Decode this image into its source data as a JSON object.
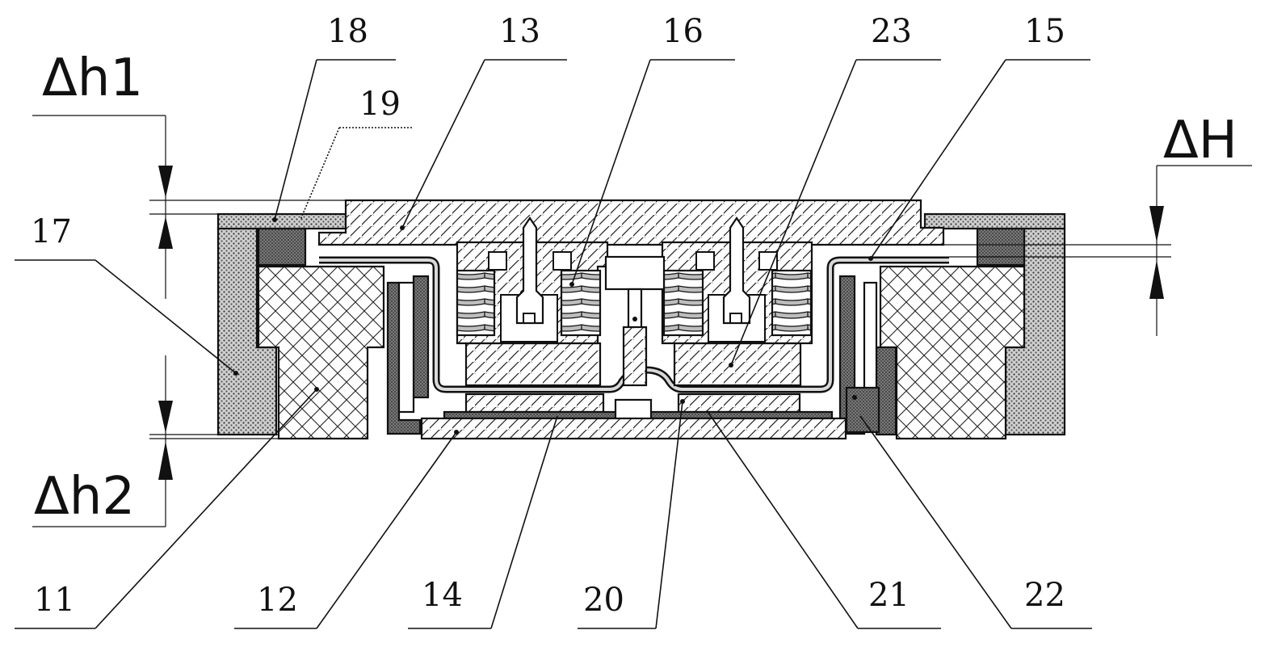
{
  "dimensions": {
    "dh1": "Δh1",
    "dh2": "Δh2",
    "dH": "ΔH"
  },
  "labels": {
    "n11": "11",
    "n12": "12",
    "n13": "13",
    "n14": "14",
    "n15": "15",
    "n16": "16",
    "n17": "17",
    "n18": "18",
    "n19": "19",
    "n20": "20",
    "n21": "21",
    "n22": "22",
    "n23": "23"
  }
}
